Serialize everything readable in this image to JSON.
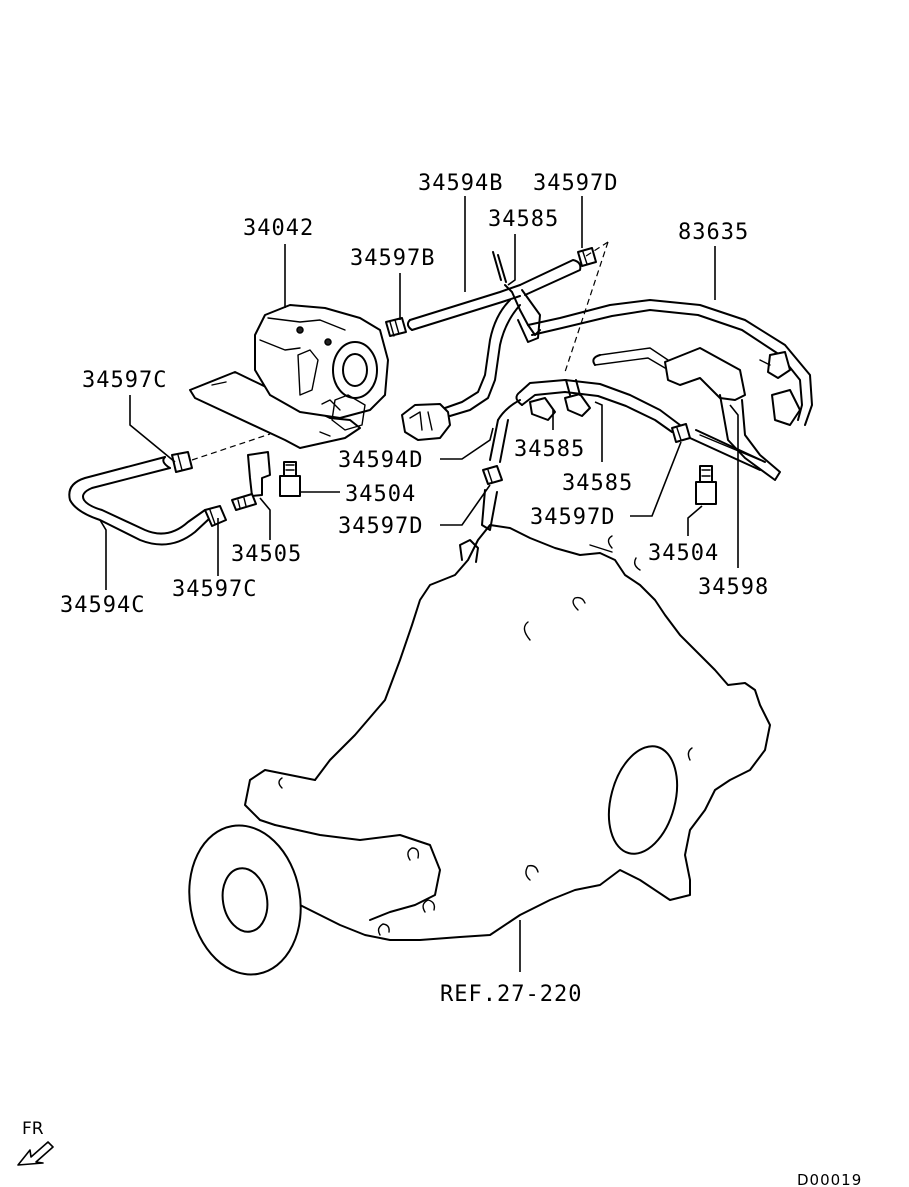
{
  "labels": {
    "p34594B": "34594B",
    "p34597D_top": "34597D",
    "p34585_top": "34585",
    "p34042": "34042",
    "p34597B": "34597B",
    "p83635": "83635",
    "p34597C_left": "34597C",
    "p34594D": "34594D",
    "p34585_mid1": "34585",
    "p34585_mid2": "34585",
    "p34504_left": "34504",
    "p34597D_mid": "34597D",
    "p34597D_right": "34597D",
    "p34505": "34505",
    "p34504_right": "34504",
    "p34598": "34598",
    "p34594C": "34594C",
    "p34597C_bottom": "34597C",
    "ref": "REF.27-220",
    "fr": "FR",
    "code": "D00019"
  }
}
